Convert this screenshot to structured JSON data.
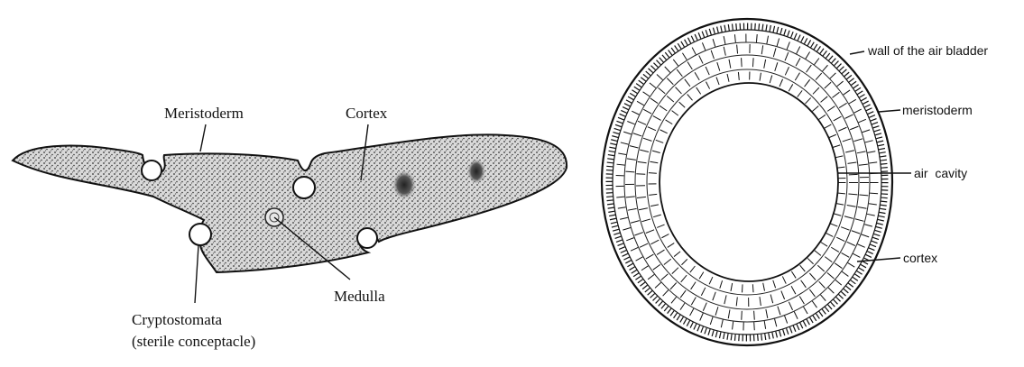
{
  "left_diagram": {
    "labels": {
      "meristoderm": "Meristoderm",
      "cortex": "Cortex",
      "medulla": "Medulla",
      "cryptostomata": "Cryptostomata",
      "cryptostomata_note": "(sterile conceptacle)"
    }
  },
  "right_diagram": {
    "labels": {
      "wall": "wall of the air bladder",
      "meristoderm": "meristoderm",
      "air_cavity": "air  cavity",
      "cortex": "cortex"
    }
  },
  "colors": {
    "ink": "#111111",
    "background": "#ffffff",
    "stipple_fill": "#c9c9c9"
  }
}
